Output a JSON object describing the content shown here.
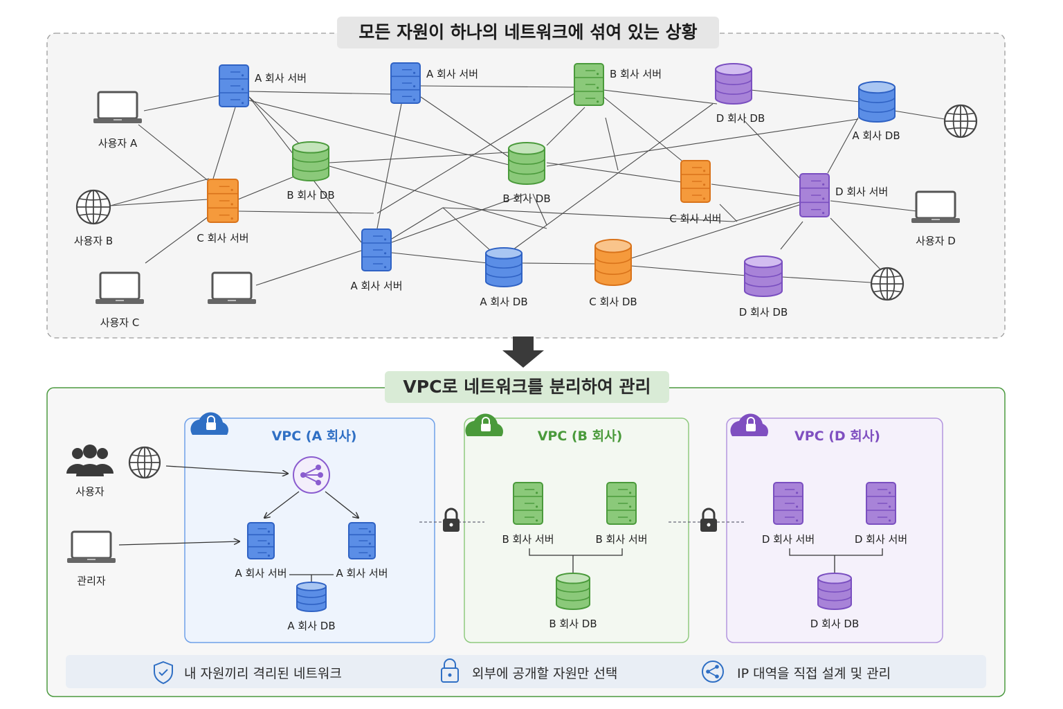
{
  "top_section": {
    "title": "모든 자원이 하나의 네트워크에 섞여 있는 상황",
    "nodes": {
      "a_server_1": "A 회사 서버",
      "a_server_2": "A 회사 서버",
      "b_server": "B 회사 서버",
      "d_db_1": "D 회사 DB",
      "a_db_1": "A 회사 DB",
      "user_a": "사용자 A",
      "b_db_1": "B 회사 DB",
      "b_db_2": "B 회사 DB",
      "c_server_1": "C 회사 서버",
      "c_server_2": "C 회사 서버",
      "d_server": "D 회사 서버",
      "user_b": "사용자 B",
      "user_d": "사용자 D",
      "a_server_3": "A 회사 서버",
      "a_db_2": "A 회사 DB",
      "c_db": "C 회사 DB",
      "d_db_2": "D 회사 DB",
      "user_c": "사용자 C"
    }
  },
  "bottom_section": {
    "title": "VPC로 네트워크를 분리하여 관리",
    "outside": {
      "users_label": "사용자",
      "admin_label": "관리자"
    },
    "vpc_a": {
      "title": "VPC (A 회사)",
      "server_1": "A 회사 서버",
      "server_2": "A 회사 서버",
      "db": "A 회사 DB"
    },
    "vpc_b": {
      "title": "VPC (B 회사)",
      "server_1": "B 회사 서버",
      "server_2": "B 회사 서버",
      "db": "B 회사 DB"
    },
    "vpc_d": {
      "title": "VPC (D 회사)",
      "server_1": "D 회사 서버",
      "server_2": "D 회사 서버",
      "db": "D 회사 DB"
    },
    "features": [
      {
        "label": "내 자원끼리 격리된 네트워크",
        "icon": "shield-icon"
      },
      {
        "label": "외부에 공개할 자원만 선택",
        "icon": "lock-icon"
      },
      {
        "label": "IP 대역을 직접 설계 및 관리",
        "icon": "share-icon"
      }
    ]
  },
  "colors": {
    "blue": "#5b8ee6",
    "green": "#8bc97a",
    "orange": "#f59a3c",
    "purple": "#a883d8",
    "vpc_a_title": "#2f6fc4",
    "vpc_b_title": "#4a9a3b",
    "vpc_d_title": "#7f4fc0"
  }
}
